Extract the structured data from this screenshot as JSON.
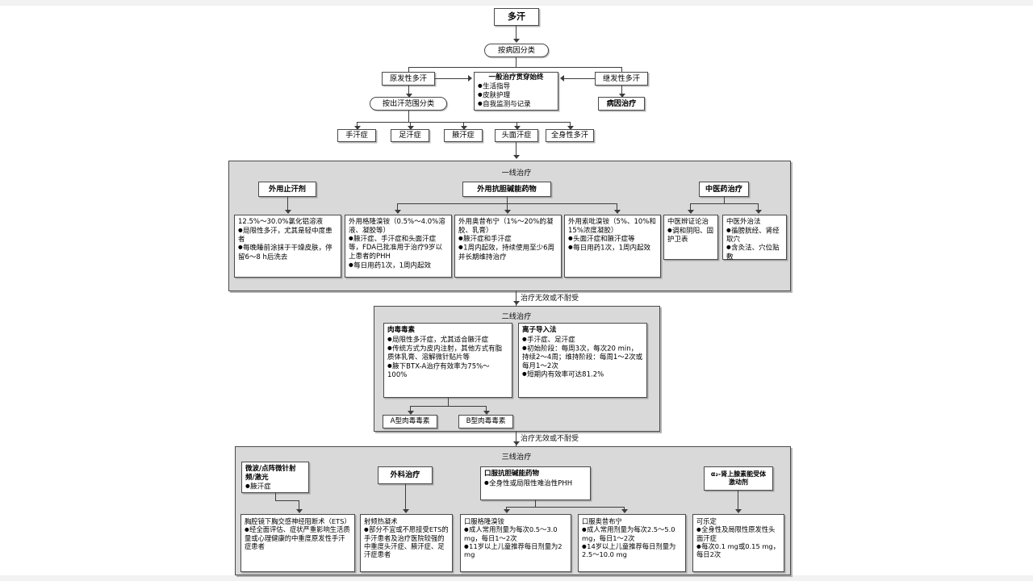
{
  "diagram": {
    "title": "多汗",
    "root": {
      "label": "多汗"
    },
    "classify_by_cause": {
      "label": "按病因分类"
    },
    "primary": {
      "label": "原发性多汗"
    },
    "secondary": {
      "label": "继发性多汗"
    },
    "general_treatment": {
      "title": "一般治疗贯穿始终",
      "items": [
        "生活指导",
        "皮肤护理",
        "自我监测与记录"
      ]
    },
    "cause_treatment": {
      "label": "病因治疗"
    },
    "classify_by_area": {
      "label": "按出汗范围分类"
    },
    "areas": [
      {
        "label": "手汗症"
      },
      {
        "label": "足汗症"
      },
      {
        "label": "腋汗症"
      },
      {
        "label": "头面汗症"
      },
      {
        "label": "全身性多汗"
      }
    ],
    "edge_labels": {
      "fail_or_intolerant_1": "治疗无效或不耐受",
      "fail_or_intolerant_2": "治疗无效或不耐受"
    },
    "first_line": {
      "panel_title": "一线治疗",
      "groups": [
        {
          "label": "外用止汗剂"
        },
        {
          "label": "外用抗胆碱能药物"
        },
        {
          "label": "中医药治疗"
        }
      ],
      "boxes": [
        {
          "head": "12.5%～30.0%氯化铝溶液",
          "items": [
            "局限性多汗，尤其是轻中度患者",
            "每晚睡前涂抹于干燥皮肤，停留6～8 h后洗去"
          ]
        },
        {
          "head": "外用格隆溴铵（0.5%～4.0%溶液、凝胶等）",
          "items": [
            "腋汗症、手汗症和头面汗症等，FDA已批准用于治疗9岁以上患者的PHH",
            "每日用药1次，1周内起效"
          ]
        },
        {
          "head": "外用奥昔布宁（1%～20%的凝胶、乳膏）",
          "items": [
            "腋汗症和手汗症",
            "1周内起效，持续使用至少6周并长期维持治疗"
          ]
        },
        {
          "head": "外用索吡溴铵（5%、10%和15%浓度凝胶）",
          "items": [
            "头面汗症和腋汗症等",
            "每日用药1次，1周内起效"
          ]
        },
        {
          "head": "中医辨证论治",
          "items": [
            "调和阴阳、固护卫表"
          ]
        },
        {
          "head": "中医外治法",
          "items": [
            "循膀胱经、肾经取穴",
            "含灸法、穴位贴敷"
          ]
        }
      ]
    },
    "second_line": {
      "panel_title": "二线治疗",
      "boxes": [
        {
          "head": "肉毒毒素",
          "items": [
            "局限性多汗症，尤其适合腋汗症",
            "传统方式为皮内注射，其他方式有脂质体乳膏、溶解微针贴片等",
            "腋下BTX-A治疗有效率为75%～100%"
          ]
        },
        {
          "head": "离子导入法",
          "items": [
            "手汗症、足汗症",
            "初始阶段：每周3次，每次20 min，持续2～4周；维持阶段：每周1～2次或每月1～2次",
            "短期内有效率可达81.2%"
          ]
        }
      ],
      "subnodes": [
        {
          "label": "A型肉毒毒素"
        },
        {
          "label": "B型肉毒毒素"
        }
      ]
    },
    "third_line": {
      "panel_title": "三线治疗",
      "groups": [
        {
          "head": "微波/点阵微针射频/激光",
          "items": [
            "腋汗症"
          ]
        },
        {
          "label": "外科治疗"
        },
        {
          "head": "口服抗胆碱能药物",
          "items": [
            "全身性或局限性难治性PHH"
          ]
        },
        {
          "label": "α₂-肾上腺素能受体激动剂"
        }
      ],
      "boxes": [
        {
          "head": "胸腔镜下胸交感神经阻断术（ETS）",
          "items": [
            "经全面评估、症状严重影响生活质量或心理健康的中重度原发性手汗症患者"
          ]
        },
        {
          "head": "射频热凝术",
          "items": [
            "部分不宜或不愿接受ETS的手汗患者及治疗医院较强的中重度头汗症、腋汗症、足汗症患者"
          ]
        },
        {
          "head": "口服格隆溴铵",
          "items": [
            "成人常用剂量为每次0.5～3.0 mg，每日1～2次",
            "11岁以上儿童推荐每日剂量为2 mg"
          ]
        },
        {
          "head": "口服奥昔布宁",
          "items": [
            "成人常用剂量为每次2.5～5.0 mg，每日1～2次",
            "14岁以上儿童推荐每日剂量为2.5～10.0 mg"
          ]
        },
        {
          "head": "可乐定",
          "items": [
            "全身性及局限性原发性头面汗症",
            "每次0.1 mg或0.15 mg，每日2次"
          ]
        }
      ]
    },
    "colors": {
      "panel_bg": "#d9d9d9",
      "node_bg": "#ffffff",
      "border": "#4a4a4a",
      "line": "#3d3d3d",
      "page_bg": "#ffffff"
    }
  }
}
